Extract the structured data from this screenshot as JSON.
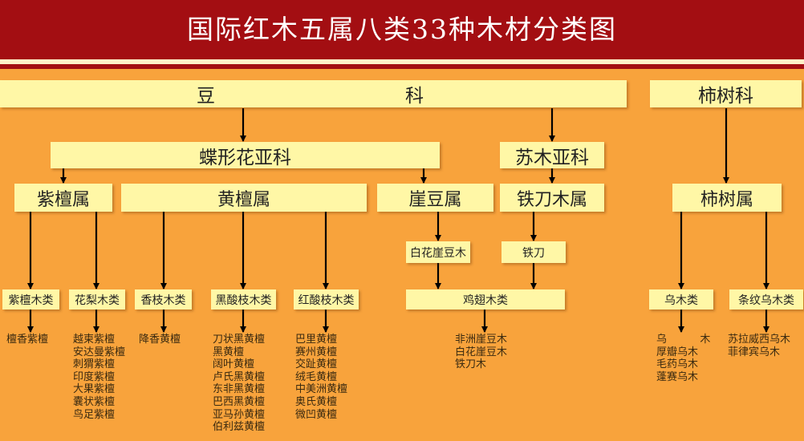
{
  "title": "国际红木五属八类33种木材分类图",
  "family_dou": {
    "left": "豆",
    "right": "科"
  },
  "family_shi": "柿树科",
  "subfamily_die": "蝶形花亚科",
  "subfamily_su": "苏木亚科",
  "genus": {
    "zitan": "紫檀属",
    "huangtan": "黄檀属",
    "yadou": "崖豆属",
    "tiedao": "铁刀木属",
    "shishu": "柿树属"
  },
  "species_baihua": "白花崖豆木",
  "species_tiedao": "铁刀",
  "classes": {
    "zitanmu": "紫檀木类",
    "huali": "花梨木类",
    "xiangzhi": "香枝木类",
    "heisuanzhi": "黑酸枝木类",
    "hongsuanzhi": "红酸枝木类",
    "jichi": "鸡翅木类",
    "wumu": "乌木类",
    "tiaowen": "条纹乌木类"
  },
  "lists": {
    "zitanmu": "檀香紫檀",
    "huali": "越柬紫檀\n安达曼紫檀\n刺猬紫檀\n印度紫檀\n大果紫檀\n囊状紫檀\n鸟足紫檀",
    "xiangzhi": "降香黄檀",
    "heisuanzhi": "刀状黑黄檀\n黑黄檀\n阔叶黄檀\n卢氏黑黄檀\n东非黑黄檀\n巴西黑黄檀\n亚马孙黄檀\n伯利兹黄檀",
    "hongsuanzhi": "巴里黄檀\n赛州黄檀\n交趾黄檀\n绒毛黄檀\n中美洲黄檀\n奥氏黄檀\n微凹黄檀",
    "jichi": "非洲崖豆木\n白花崖豆木\n铁刀木",
    "wumu": "乌          木\n厚瓣乌木\n毛药乌木\n蓬赛乌木",
    "tiaowen": "苏拉威西乌木\n菲律宾乌木"
  },
  "colors": {
    "background": "#F8A33C",
    "header": "#A30E12",
    "box": "#FFF7A6"
  }
}
